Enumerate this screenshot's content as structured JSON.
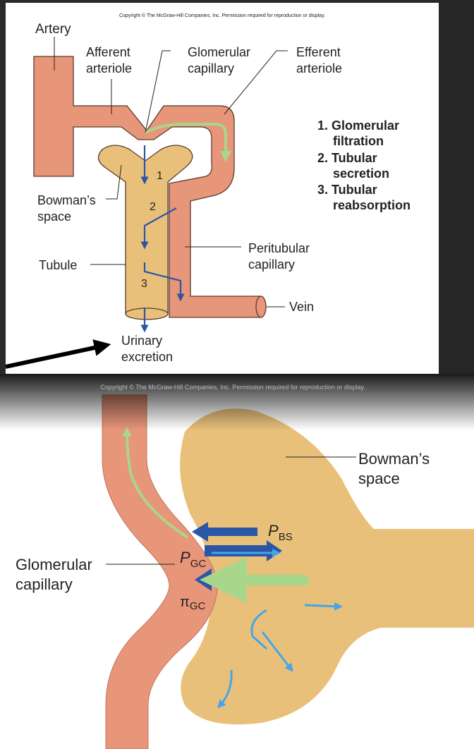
{
  "top": {
    "copyright": "Copyright © The McGraw-Hill Companies, Inc. Permission required for reproduction or display.",
    "labels": {
      "artery": "Artery",
      "afferent": [
        "Afferent",
        "arteriole"
      ],
      "glomerular": [
        "Glomerular",
        "capillary"
      ],
      "efferent": [
        "Efferent",
        "arteriole"
      ],
      "bowmans": [
        "Bowman’s",
        "space"
      ],
      "tubule": "Tubule",
      "peritubular": [
        "Peritubular",
        "capillary"
      ],
      "vein": "Vein",
      "urinary": [
        "Urinary",
        "excretion"
      ]
    },
    "numbers": [
      "1",
      "2",
      "3"
    ],
    "legend": [
      [
        "1. Glomerular",
        "filtration"
      ],
      [
        "2. Tubular",
        "secretion"
      ],
      [
        "3. Tubular",
        "reabsorption"
      ]
    ]
  },
  "bottom": {
    "copyright": "Copyright © The McGraw-Hill Companies, Inc. Permission required for reproduction or display.",
    "labels": {
      "bowmans": [
        "Bowman’s",
        "space"
      ],
      "glomerular": [
        "Glomerular",
        "capillary"
      ],
      "pbs_p": "P",
      "pbs_sub": "BS",
      "pgc_p": "P",
      "pgc_sub": "GC",
      "pigc_p": "π",
      "pigc_sub": "GC"
    }
  },
  "colors": {
    "vessel": "#E8967A",
    "vessel_stroke": "#5a3a2a",
    "tubule": "#E9C07A",
    "arrow_blue": "#2B56A5",
    "arrow_light_blue": "#45A6E3",
    "arrow_green": "#A8D68A"
  }
}
